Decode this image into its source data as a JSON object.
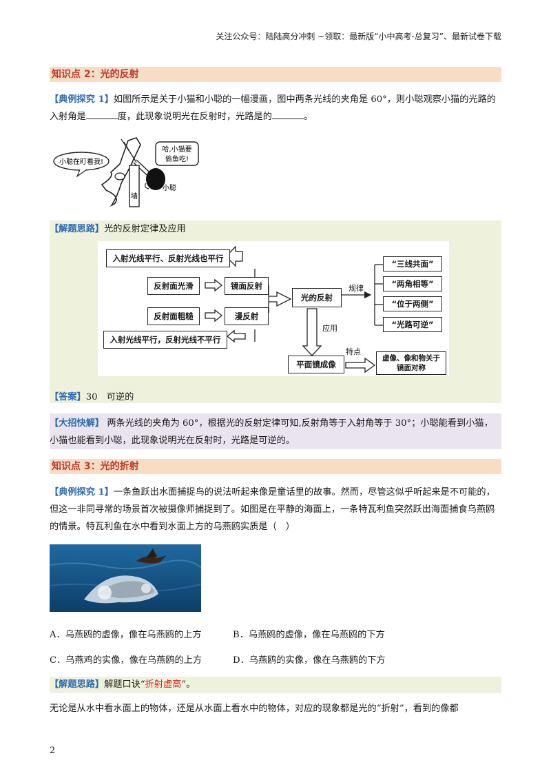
{
  "header": {
    "text": "关注公众号：陆陆高分冲刺  ~领取：最新版“小中高考-总复习”、最新试卷下载"
  },
  "section2": {
    "title": "知识点 2：光的反射"
  },
  "q1": {
    "tag": "【典例探究 1】",
    "text_a": "如图所示是关于小猫和小聪的一幅漫画，图中两条光线的夹角是 60°，则小聪观察小猫的光路的入射角是",
    "text_b": "度，此现象说明光在反射时，光路是的",
    "text_c": "。"
  },
  "cartoon": {
    "bubble_left": "小聪在盯看我!",
    "bubble_right_1": "哈,小猫要",
    "bubble_right_2": "偷鱼吃!",
    "wall": "墙",
    "person": "小聪"
  },
  "thinking1": {
    "tag": "【解题思路】",
    "text": "光的反射定律及应用"
  },
  "flowchart": {
    "center": "光的反射",
    "mirror": "镜面反射",
    "diffuse": "漫反射",
    "smooth": "反射面光滑",
    "rough": "反射面粗糙",
    "parallel": "入射光线平行、反射光线也平行",
    "not_parallel": "入射光线平行，反射光线不平行",
    "law_label": "规律",
    "rules": [
      "“三线共面”",
      "“两角相等”",
      "“位于两侧”",
      "“光路可逆”"
    ],
    "apply_label": "应用",
    "plane_mirror": "平面镜成像",
    "feature_label": "特点",
    "feature_1": "虚像、像和物关于",
    "feature_2": "镜面对称"
  },
  "answer1": {
    "tag": "【答案】",
    "text": "30　可逆的"
  },
  "trick1": {
    "tag": "【大招快解】",
    "text": " 两条光线的夹角为 60°，根据光的反射定律可知,反射角等于入射角等于 30°；小聪能看到小猫，小猫也能看到小聪，此现象说明光在反射时，光路是可逆的。"
  },
  "section3": {
    "title": "知识点 3：光的折射"
  },
  "q2": {
    "tag": "【典例探究 1】",
    "text": "一条鱼跃出水面捕捉鸟的说法听起来像是童话里的故事。然而，尽管这似乎听起来是不可能的，但这一非同寻常的场景首次被摄像师捕捉到了。如图是在平静的海面上，一条特瓦利鱼突然跃出海面捕食乌燕鸥的情景。特瓦利鱼在水中看到水面上方的乌燕鸥实质是（　）"
  },
  "options": {
    "a": "A．乌燕鸥的虚像，像在乌燕鸥的上方",
    "b": "B．乌燕鸥的虚像，像在乌燕鸥的下方",
    "c": "C．乌燕鸡的实像，像在乌燕鸥的上方",
    "d": "D．乌燕鸥的实像，像在乌燕鸥的下方"
  },
  "thinking2": {
    "tag": "【解题思路】",
    "text_a": "解题口诀“",
    "highlight": "折射虚高",
    "text_b": "”。"
  },
  "last_line": {
    "text": "无论是从水中看水面上的物体，还是从水面上看水中的物体，对应的现象都是光的“折射”，看到的像都"
  },
  "page": {
    "number": "2"
  }
}
